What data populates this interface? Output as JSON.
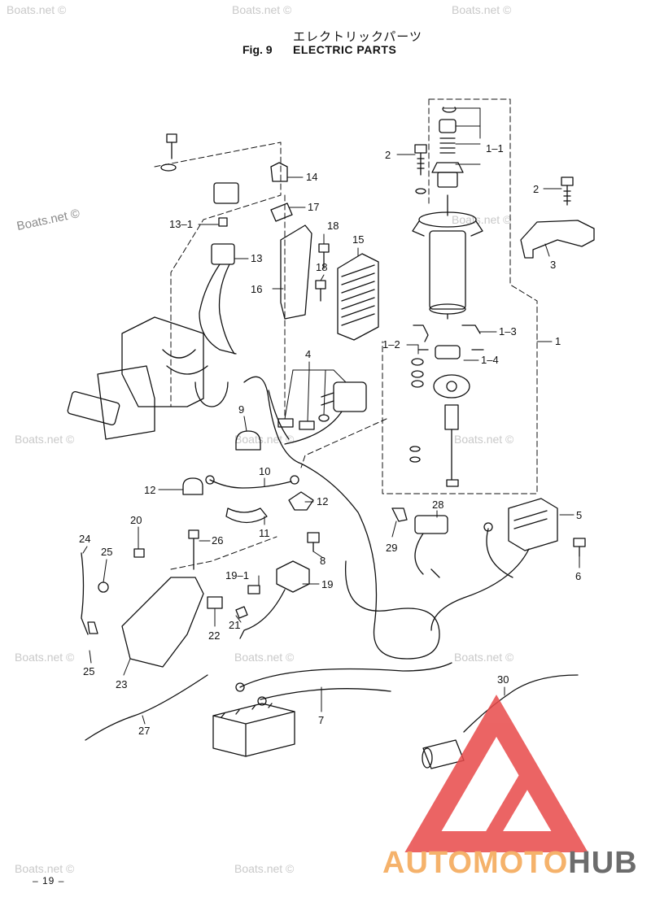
{
  "header": {
    "title_jp": "エレクトリックパーツ",
    "fig_label": "Fig. 9",
    "title_en": "ELECTRIC PARTS"
  },
  "watermark": {
    "text": "Boats.net ©"
  },
  "page_number": "– 19 –",
  "brand": {
    "part1": "AUTOMOTO",
    "part2": "HUB",
    "accent": "#e84a4a"
  },
  "callouts": [
    {
      "id": "c-1-1",
      "text": "1–1"
    },
    {
      "id": "c-2a",
      "text": "2"
    },
    {
      "id": "c-2b",
      "text": "2"
    },
    {
      "id": "c-3",
      "text": "3"
    },
    {
      "id": "c-14",
      "text": "14"
    },
    {
      "id": "c-17",
      "text": "17"
    },
    {
      "id": "c-13-1",
      "text": "13–1"
    },
    {
      "id": "c-18a",
      "text": "18"
    },
    {
      "id": "c-15",
      "text": "15"
    },
    {
      "id": "c-13",
      "text": "13"
    },
    {
      "id": "c-18b",
      "text": "18"
    },
    {
      "id": "c-16",
      "text": "16"
    },
    {
      "id": "c-1-2",
      "text": "1–2"
    },
    {
      "id": "c-1-3",
      "text": "1–3"
    },
    {
      "id": "c-1",
      "text": "1"
    },
    {
      "id": "c-1-4",
      "text": "1–4"
    },
    {
      "id": "c-4",
      "text": "4"
    },
    {
      "id": "c-9",
      "text": "9"
    },
    {
      "id": "c-10",
      "text": "10"
    },
    {
      "id": "c-12a",
      "text": "12"
    },
    {
      "id": "c-12b",
      "text": "12"
    },
    {
      "id": "c-11",
      "text": "11"
    },
    {
      "id": "c-28",
      "text": "28"
    },
    {
      "id": "c-5",
      "text": "5"
    },
    {
      "id": "c-20",
      "text": "20"
    },
    {
      "id": "c-24",
      "text": "24"
    },
    {
      "id": "c-25a",
      "text": "25"
    },
    {
      "id": "c-26",
      "text": "26"
    },
    {
      "id": "c-8",
      "text": "8"
    },
    {
      "id": "c-29",
      "text": "29"
    },
    {
      "id": "c-6",
      "text": "6"
    },
    {
      "id": "c-19-1",
      "text": "19–1"
    },
    {
      "id": "c-19",
      "text": "19"
    },
    {
      "id": "c-21",
      "text": "21"
    },
    {
      "id": "c-22",
      "text": "22"
    },
    {
      "id": "c-25b",
      "text": "25"
    },
    {
      "id": "c-23",
      "text": "23"
    },
    {
      "id": "c-30",
      "text": "30"
    },
    {
      "id": "c-7",
      "text": "7"
    },
    {
      "id": "c-27",
      "text": "27"
    }
  ]
}
